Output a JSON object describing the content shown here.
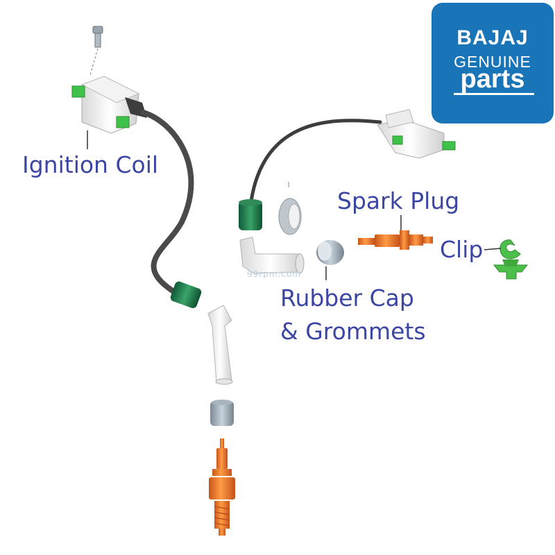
{
  "labels": {
    "ignition_coil": "Ignition Coil",
    "spark_plug": "Spark Plug",
    "clip": "Clip",
    "rubber_cap_line1": "Rubber Cap",
    "rubber_cap_line2": "& Grommets"
  },
  "logo": {
    "brand": "BAJAJ",
    "line2": "GENUINE",
    "line3": "parts"
  },
  "watermark": "99rpm.com",
  "colors": {
    "label_text": "#3b45a3",
    "logo_bg": "#1a74b8",
    "spark_plug": "#e87a28",
    "connector_green": "#2e8b57",
    "coil_tab_green": "#3fc24a",
    "clip_green": "#4cbf4a",
    "cable": "#4a4a4a"
  }
}
